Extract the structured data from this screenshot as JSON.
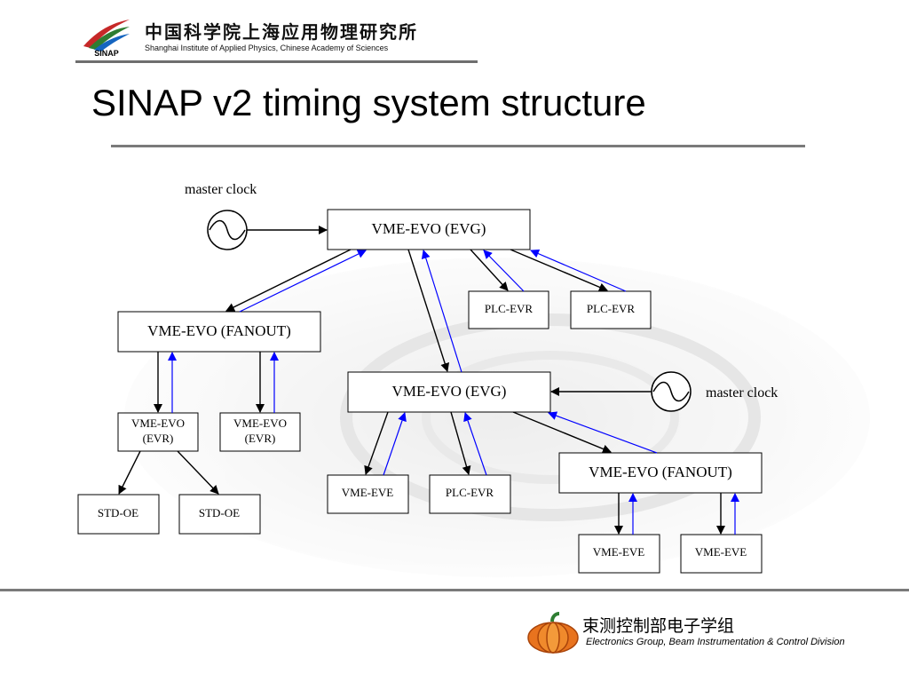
{
  "header": {
    "org_name_cn": "中国科学院上海应用物理研究所",
    "org_name_en": "Shanghai Institute of Applied Physics, Chinese Academy of Sciences",
    "logo_text": "SINAP"
  },
  "slide": {
    "title": "SINAP v2 timing system structure"
  },
  "diagram": {
    "clock_labels": [
      "master clock",
      "master clock"
    ],
    "nodes": {
      "evg_top": "VME-EVO (EVG)",
      "plc_evr_1": "PLC-EVR",
      "plc_evr_2": "PLC-EVR",
      "fanout_left": "VME-EVO (FANOUT)",
      "evr_1_line1": "VME-EVO",
      "evr_1_line2": "(EVR)",
      "evr_2_line1": "VME-EVO",
      "evr_2_line2": "(EVR)",
      "std_oe_1": "STD-OE",
      "std_oe_2": "STD-OE",
      "evg_middle": "VME-EVO (EVG)",
      "vme_eve_1": "VME-EVE",
      "plc_evr_3": "PLC-EVR",
      "fanout_right": "VME-EVO (FANOUT)",
      "vme_eve_2": "VME-EVE",
      "vme_eve_3": "VME-EVE"
    },
    "colors": {
      "downstream": "#000000",
      "upstream": "#0000ff"
    }
  },
  "footer": {
    "group_cn": "束测控制部电子学组",
    "group_en": "Electronics Group, Beam Instrumentation & Control Division"
  }
}
